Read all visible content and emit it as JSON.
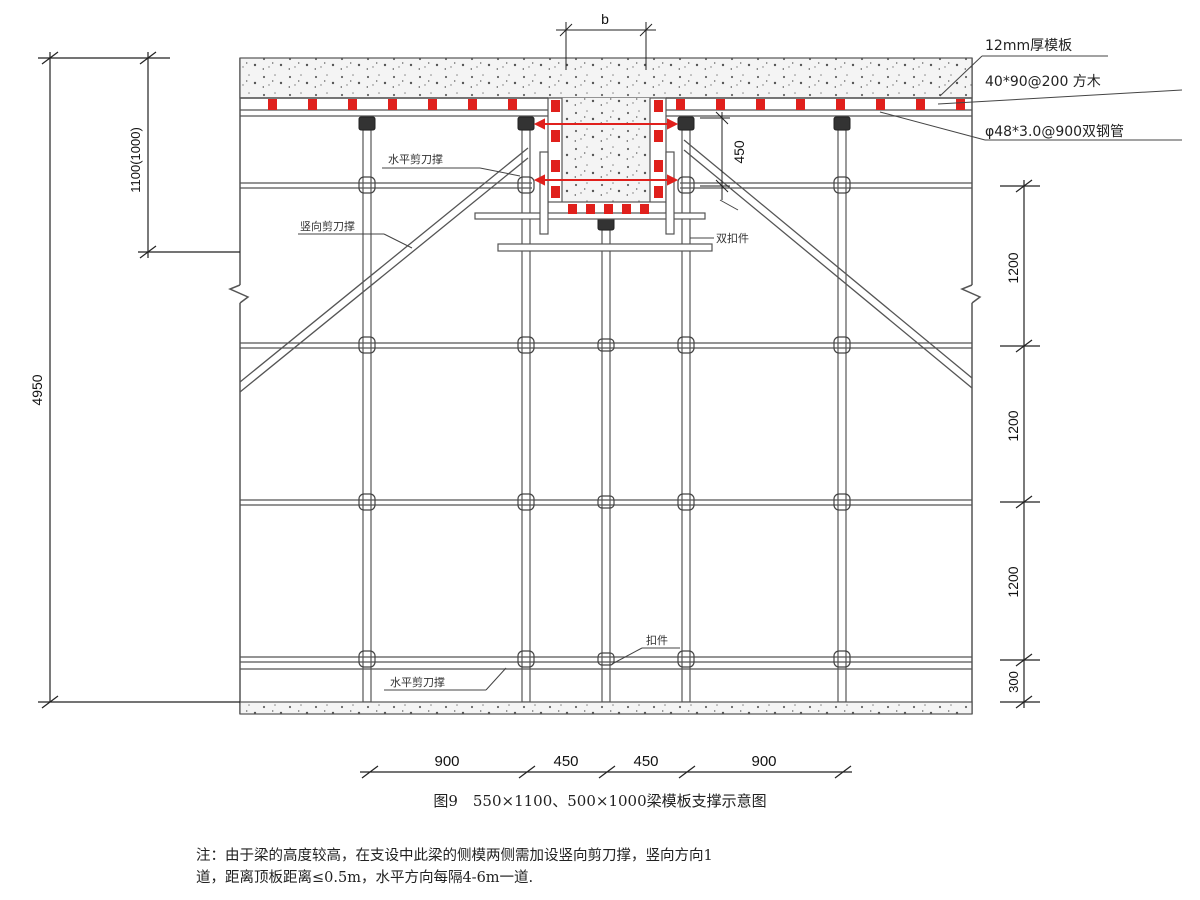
{
  "labels": {
    "b": "b",
    "plywood": "12mm厚模板",
    "timber": "40*90@200 方木",
    "steel_pipe": "φ48*3.0@900双钢管",
    "horizontal_brace_top": "水平剪刀撑",
    "vertical_brace": "竖向剪刀撑",
    "double_fastener": "双扣件",
    "fastener": "扣件",
    "horizontal_brace_bottom": "水平剪刀撑",
    "dim_450_vertical": "450"
  },
  "dimensions": {
    "left_total": "4950",
    "left_beam": "1100(1000)",
    "right_1": "1200",
    "right_2": "1200",
    "right_3": "1200",
    "right_4": "300",
    "bottom": [
      "900",
      "450",
      "450",
      "900"
    ]
  },
  "caption": "图9　550×1100、500×1000梁模板支撑示意图",
  "note_line1": "注：由于梁的高度较高，在支设中此梁的侧模两侧需加设竖向剪刀撑，竖向方向1",
  "note_line2": "道，距离顶板距离≤0.5m，水平方向每隔4-6m一道.",
  "colors": {
    "red_timber": "#e0201c",
    "line": "#555555",
    "concrete": "#f2f2f2"
  }
}
